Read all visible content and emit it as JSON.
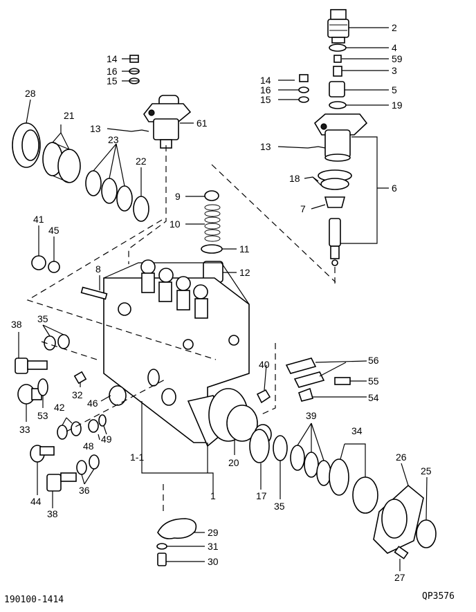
{
  "footer": {
    "left_code": "190100-1414",
    "right_code": "QP3576"
  },
  "callouts": {
    "c2": "2",
    "c4": "4",
    "c59": "59",
    "c3": "3",
    "c5": "5",
    "c19": "19",
    "c14a": "14",
    "c16a": "16",
    "c15a": "15",
    "c61": "61",
    "c13a": "13",
    "c14b": "14",
    "c16b": "16",
    "c15b": "15",
    "c13b": "13",
    "c28": "28",
    "c21": "21",
    "c23": "23",
    "c22": "22",
    "c18": "18",
    "c6": "6",
    "c7": "7",
    "c9": "9",
    "c10": "10",
    "c11": "11",
    "c12": "12",
    "c41": "41",
    "c45": "45",
    "c8": "8",
    "c38a": "38",
    "c35a": "35",
    "c32": "32",
    "c46": "46",
    "c33": "33",
    "c53": "53",
    "c42": "42",
    "c48": "48",
    "c49": "49",
    "c40": "40",
    "c56": "56",
    "c55": "55",
    "c54": "54",
    "c1_1": "1-1",
    "c1": "1",
    "c20": "20",
    "c17": "17",
    "c35b": "35",
    "c39": "39",
    "c34": "34",
    "c26": "26",
    "c25": "25",
    "c44": "44",
    "c38b": "38",
    "c36b": "36",
    "c29": "29",
    "c31": "31",
    "c30": "30",
    "c27": "27"
  }
}
